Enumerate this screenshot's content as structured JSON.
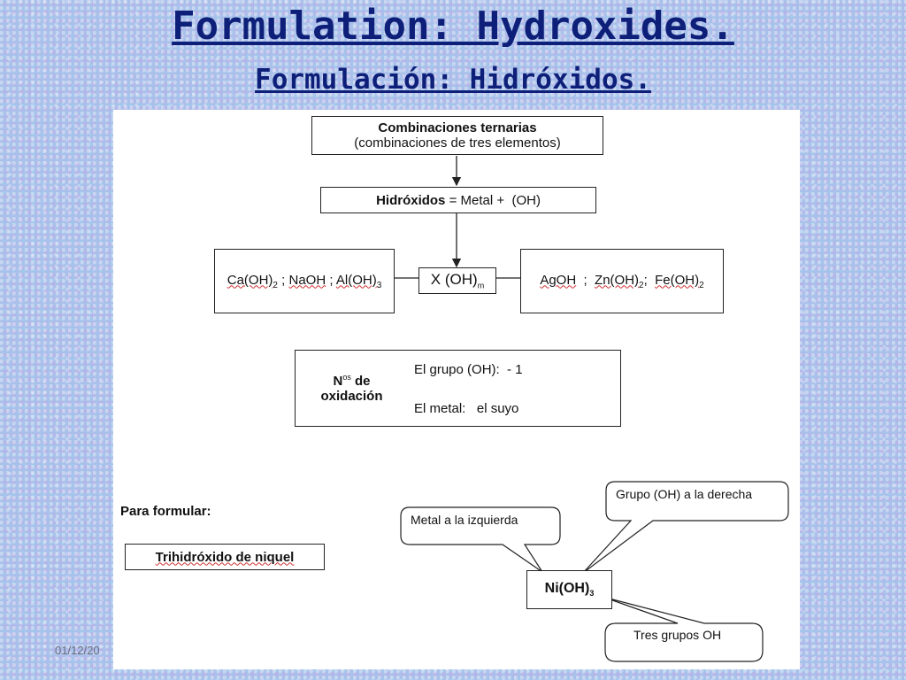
{
  "title_en": "Formulation: Hydroxides.",
  "title_es": "Formulación: Hidróxidos.",
  "footer_date": "01/12/20",
  "diagram": {
    "box1": {
      "line1": "Combinaciones ternarias",
      "line2": "(combinaciones de tres elementos)"
    },
    "box2": {
      "bold": "Hidróxidos",
      "rest": " = Metal +  (OH)"
    },
    "center_formula": {
      "main": "X (OH)",
      "sub": "m"
    },
    "left_examples": [
      {
        "base": "Ca(OH)",
        "sub": "2",
        "sep": " ; "
      },
      {
        "base": "NaOH",
        "sub": "",
        "sep": " ; "
      },
      {
        "base": "Al(OH)",
        "sub": "3",
        "sep": ""
      }
    ],
    "right_examples": [
      {
        "base": "AgOH",
        "sub": "",
        "sep": "  ;  "
      },
      {
        "base": "Zn(OH)",
        "sub": "2",
        "sep": ";  "
      },
      {
        "base": "Fe(OH)",
        "sub": "2",
        "sep": ""
      }
    ],
    "oxidation": {
      "header_line1": "N",
      "header_sup": "os",
      "header_word": "de",
      "header_line2": "oxidación",
      "row1": "El grupo (OH):  - 1",
      "row2": "El metal:   el suyo"
    },
    "para_formular": "Para formular:",
    "example_name": "Trihidróxido de niquel",
    "example_formula": {
      "base": "Ni(OH)",
      "sub": "3"
    },
    "callout_left": "Metal a la izquierda",
    "callout_right": "Grupo (OH) a la derecha",
    "callout_bottom": "Tres grupos OH"
  }
}
